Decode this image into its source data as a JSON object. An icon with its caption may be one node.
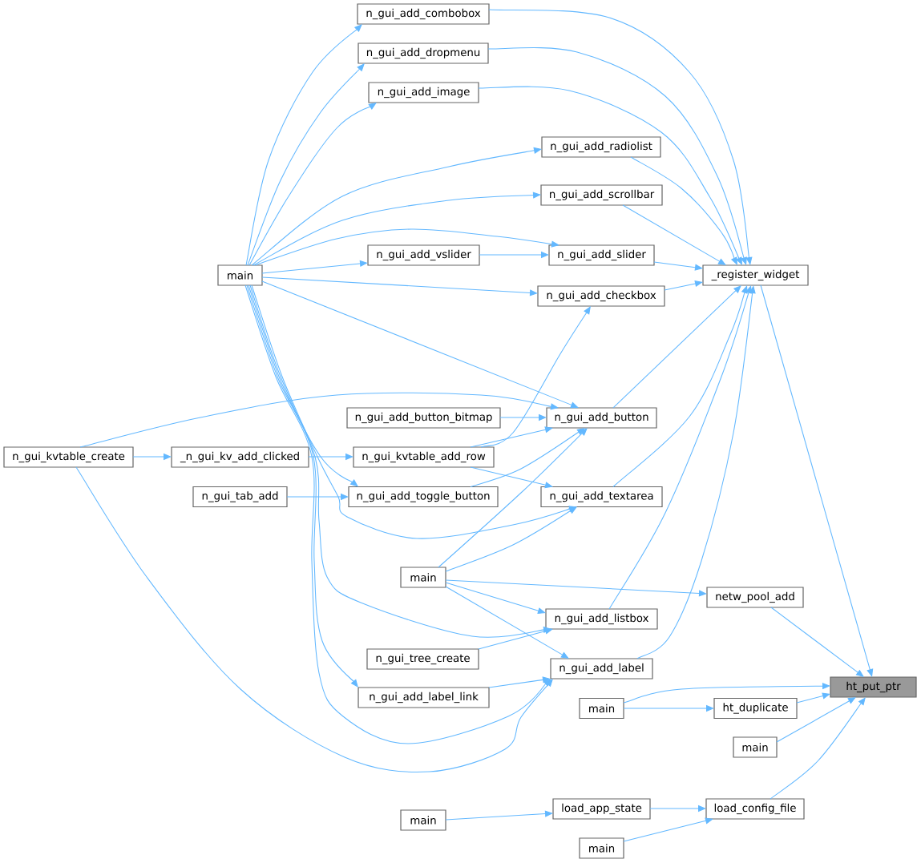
{
  "diagram": {
    "nodes": [
      {
        "text": [
          "n_gui_add_combobox"
        ]
      },
      {
        "text": [
          "n_gui_add_dropmenu"
        ]
      },
      {
        "text": [
          "n_gui_add_image"
        ]
      },
      {
        "text": [
          "n_gui_add_radiolist"
        ]
      },
      {
        "text": [
          "n_gui_add_scrollbar"
        ]
      },
      {
        "text": [
          "n_gui_add_vslider"
        ]
      },
      {
        "text": [
          "n_gui_add_slider"
        ]
      },
      {
        "text": [
          "main"
        ]
      },
      {
        "text": [
          "_register_widget"
        ]
      },
      {
        "text": [
          "n_gui_add_checkbox"
        ]
      },
      {
        "text": [
          "n_gui_add_button_bitmap"
        ]
      },
      {
        "text": [
          "n_gui_add_button"
        ]
      },
      {
        "text": [
          "n_gui_kvtable_create"
        ]
      },
      {
        "text": [
          "_n_gui_kv_add_clicked"
        ]
      },
      {
        "text": [
          "n_gui_kvtable_add_row"
        ]
      },
      {
        "text": [
          "n_gui_tab_add"
        ]
      },
      {
        "text": [
          "n_gui_add_toggle_button"
        ]
      },
      {
        "text": [
          "n_gui_add_textarea"
        ]
      },
      {
        "text": [
          "main"
        ]
      },
      {
        "text": [
          "netw_pool_add"
        ]
      },
      {
        "text": [
          "n_gui_add_listbox"
        ]
      },
      {
        "text": [
          "n_gui_tree_create"
        ]
      },
      {
        "text": [
          "n_gui_add_label"
        ]
      },
      {
        "text": [
          "ht_put_ptr"
        ]
      },
      {
        "text": [
          "n_gui_add_label_link"
        ]
      },
      {
        "text": [
          "main"
        ]
      },
      {
        "text": [
          "ht_duplicate"
        ]
      },
      {
        "text": [
          "main"
        ]
      },
      {
        "text": [
          "load_app_state"
        ]
      },
      {
        "text": [
          "load_config_file"
        ]
      },
      {
        "text": [
          "main"
        ]
      },
      {
        "text": [
          "main"
        ]
      }
    ],
    "edges": [
      {
        "from": 8,
        "to": 23,
        "arrow": "to"
      },
      {
        "from": 19,
        "to": 23,
        "arrow": "to"
      },
      {
        "from": 25,
        "to": 23,
        "arrow": "to"
      },
      {
        "from": 26,
        "to": 23,
        "arrow": "to"
      },
      {
        "from": 27,
        "to": 23,
        "arrow": "to"
      },
      {
        "from": 29,
        "to": 23,
        "arrow": "to"
      },
      {
        "from": 0,
        "to": 8,
        "arrow": "to"
      },
      {
        "from": 1,
        "to": 8,
        "arrow": "to"
      },
      {
        "from": 2,
        "to": 8,
        "arrow": "to"
      },
      {
        "from": 3,
        "to": 8,
        "arrow": "to"
      },
      {
        "from": 4,
        "to": 8,
        "arrow": "to"
      },
      {
        "from": 6,
        "to": 8,
        "arrow": "to"
      },
      {
        "from": 9,
        "to": 8,
        "arrow": "to"
      },
      {
        "from": 11,
        "to": 8,
        "arrow": "to"
      },
      {
        "from": 17,
        "to": 8,
        "arrow": "to"
      },
      {
        "from": 20,
        "to": 8,
        "arrow": "to"
      },
      {
        "from": 22,
        "to": 8,
        "arrow": "to"
      },
      {
        "from": 7,
        "to": 0,
        "arrow": "to"
      },
      {
        "from": 7,
        "to": 1,
        "arrow": "to"
      },
      {
        "from": 7,
        "to": 2,
        "arrow": "to"
      },
      {
        "from": 7,
        "to": 3,
        "arrow": "to"
      },
      {
        "from": 7,
        "to": 4,
        "arrow": "to"
      },
      {
        "from": 7,
        "to": 6,
        "arrow": "to"
      },
      {
        "from": 7,
        "to": 5,
        "arrow": "to"
      },
      {
        "from": 7,
        "to": 9,
        "arrow": "to"
      },
      {
        "from": 7,
        "to": 11,
        "arrow": "to"
      },
      {
        "from": 7,
        "to": 16,
        "arrow": "to"
      },
      {
        "from": 7,
        "to": 17,
        "arrow": "to"
      },
      {
        "from": 7,
        "to": 20,
        "arrow": "to"
      },
      {
        "from": 7,
        "to": 24,
        "arrow": "to"
      },
      {
        "from": 7,
        "to": 22,
        "arrow": "to"
      },
      {
        "from": 5,
        "to": 6,
        "arrow": "to"
      },
      {
        "from": 10,
        "to": 11,
        "arrow": "to"
      },
      {
        "from": 14,
        "to": 11,
        "arrow": "to"
      },
      {
        "from": 14,
        "to": 9,
        "arrow": "to"
      },
      {
        "from": 14,
        "to": 17,
        "arrow": "to"
      },
      {
        "from": 16,
        "to": 11,
        "arrow": "to"
      },
      {
        "from": 12,
        "to": 11,
        "arrow": "to"
      },
      {
        "from": 12,
        "to": 13,
        "arrow": "to"
      },
      {
        "from": 12,
        "to": 22,
        "arrow": "to"
      },
      {
        "from": 13,
        "to": 14,
        "arrow": "to"
      },
      {
        "from": 15,
        "to": 16,
        "arrow": "to"
      },
      {
        "from": 18,
        "to": 11,
        "arrow": "to"
      },
      {
        "from": 18,
        "to": 17,
        "arrow": "to"
      },
      {
        "from": 18,
        "to": 19,
        "arrow": "to"
      },
      {
        "from": 18,
        "to": 20,
        "arrow": "to"
      },
      {
        "from": 18,
        "to": 22,
        "arrow": "to"
      },
      {
        "from": 21,
        "to": 20,
        "arrow": "to"
      },
      {
        "from": 24,
        "to": 22,
        "arrow": "to"
      },
      {
        "from": 25,
        "to": 26,
        "arrow": "to"
      },
      {
        "from": 28,
        "to": 29,
        "arrow": "to"
      },
      {
        "from": 30,
        "to": 28,
        "arrow": "to"
      },
      {
        "from": 31,
        "to": 29,
        "arrow": "to"
      }
    ]
  }
}
